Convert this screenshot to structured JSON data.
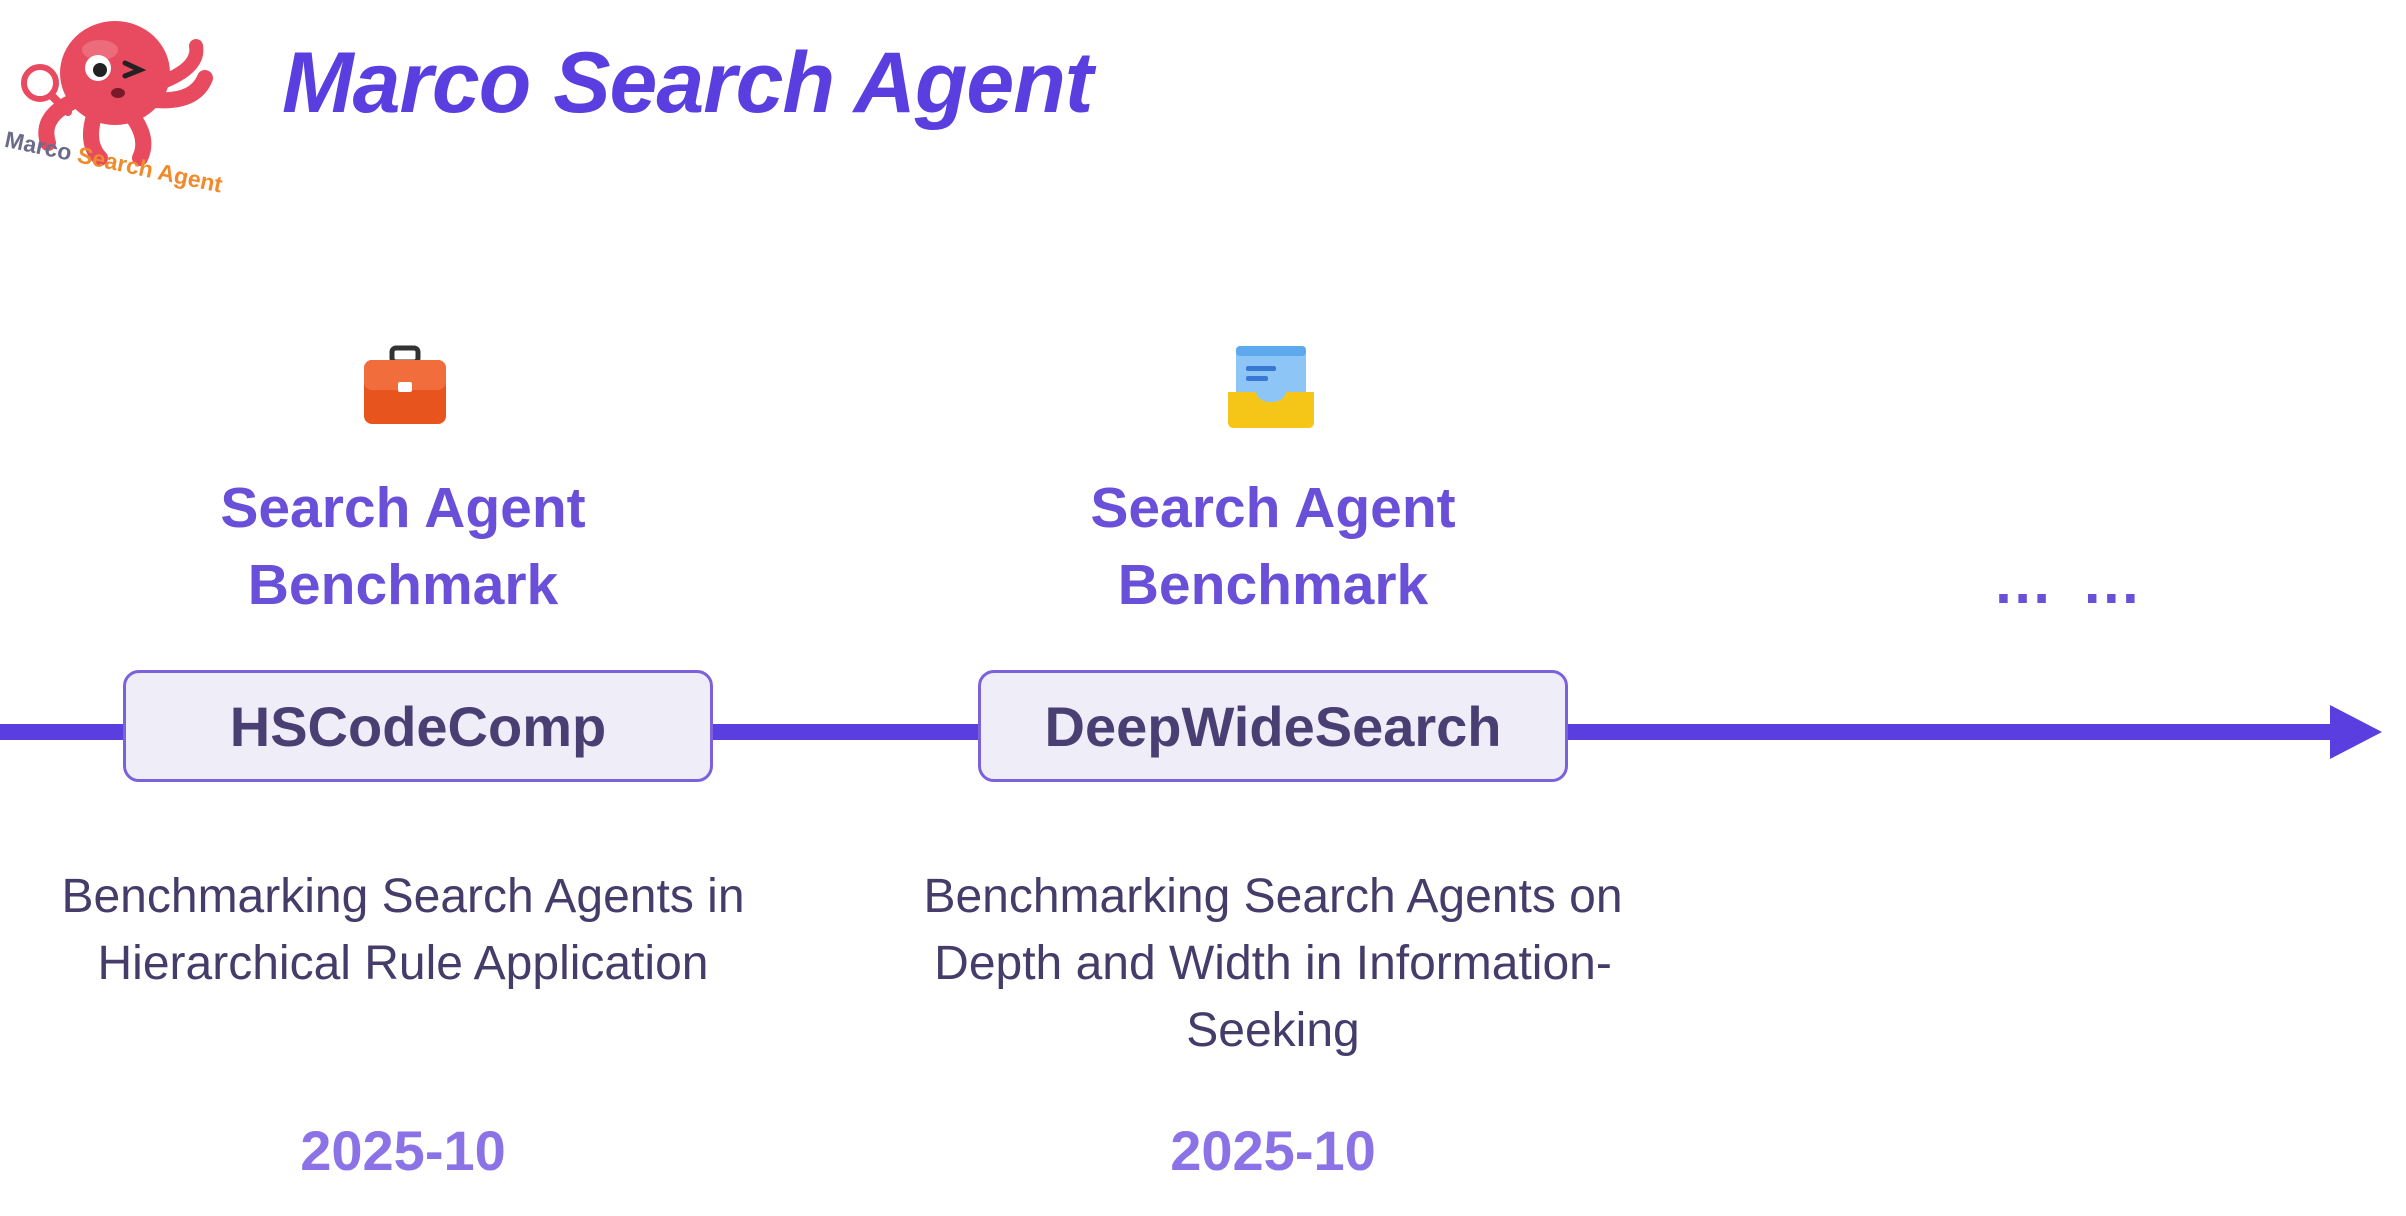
{
  "header": {
    "title": "Marco Search Agent",
    "logo_text": "Marco Search Agent",
    "logo_icon": "octopus-with-magnifier-icon"
  },
  "timeline": {
    "events": [
      {
        "icon": "briefcase-icon",
        "category": "Search Agent Benchmark",
        "name": "HSCodeComp",
        "description": "Benchmarking Search Agents in Hierarchical Rule Application",
        "date": "2025-10"
      },
      {
        "icon": "inbox-document-icon",
        "category": "Search Agent Benchmark",
        "name": "DeepWideSearch",
        "description": "Benchmarking Search Agents on Depth and Width in Information-Seeking",
        "date": "2025-10"
      }
    ],
    "continuation": "… …"
  },
  "colors": {
    "accent": "#5a3ee0",
    "category_text": "#6a4fd8",
    "box_fill": "#efedf8",
    "box_border": "#7b62dc",
    "name_text": "#4a3f72",
    "description_text": "#463c6a",
    "date_text": "#8b72e6",
    "logo_octopus": "#e84a5f",
    "logo_text_grey": "#6b6b8a",
    "logo_text_orange": "#f08a2c"
  }
}
